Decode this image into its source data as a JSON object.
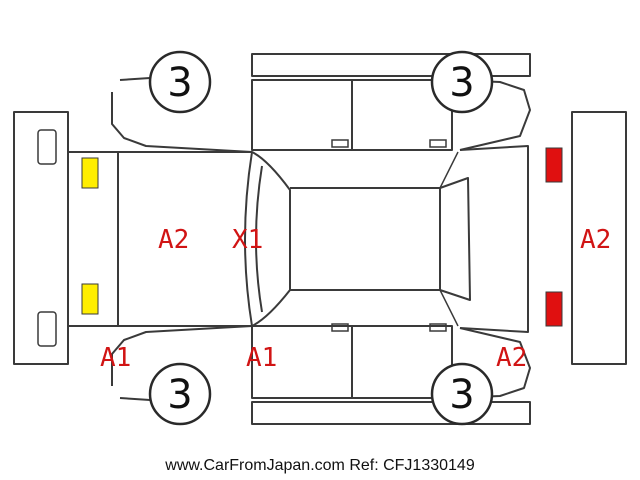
{
  "colors": {
    "outline": "#3a3a3a",
    "damage_code": "#d11414",
    "front_light": "#ffee00",
    "rear_light": "#e01010"
  },
  "tires": {
    "front_left": "3",
    "rear_left": "3",
    "front_right": "3",
    "rear_right": "3"
  },
  "marks": {
    "hood": "A2",
    "windshield": "X1",
    "front_bumper_corner": "A1",
    "front_door_lower": "A1",
    "rear_corner_lower": "A2",
    "rear_bumper": "A2"
  },
  "footer": "www.CarFromJapan.com Ref: CFJ1330149"
}
